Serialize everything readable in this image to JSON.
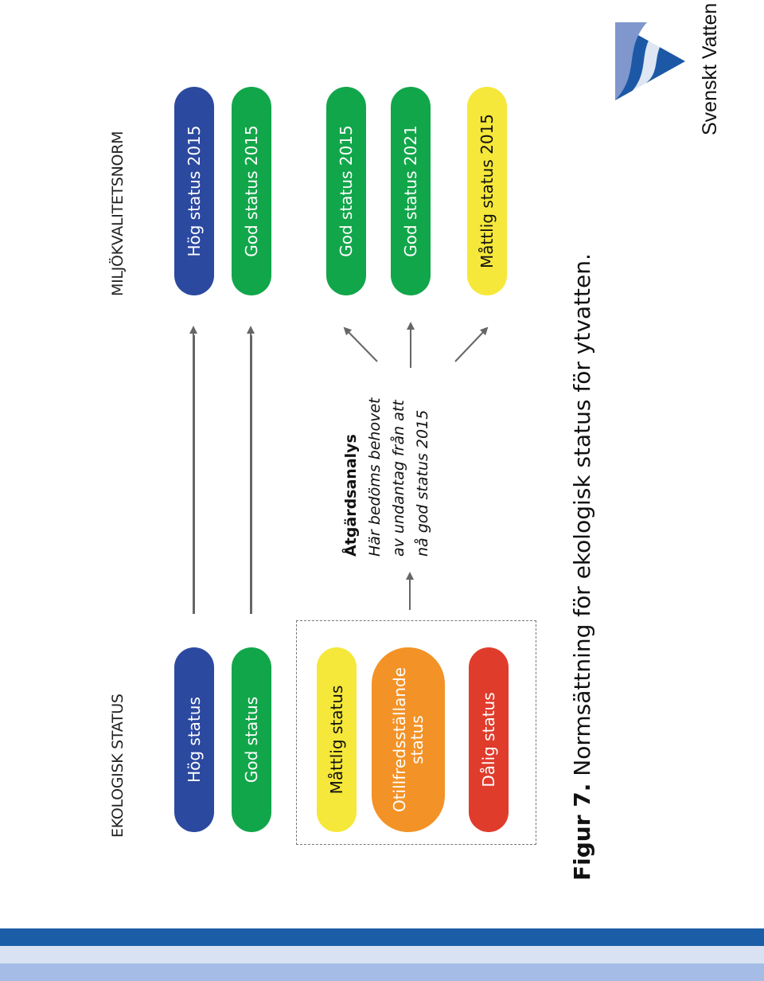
{
  "headings": {
    "ekologisk": "EKOLOGISK STATUS",
    "miljo": "MILJÖKVALITETSNORM"
  },
  "left_statuses": [
    {
      "label": "Hög status",
      "color": "#2c49a0"
    },
    {
      "label": "God status",
      "color": "#12a64a"
    },
    {
      "label": "Måttlig status",
      "color": "#f5e83a"
    },
    {
      "label": "Otillfredsställande status",
      "color": "#f39226"
    },
    {
      "label": "Dålig status",
      "color": "#e03c2c"
    }
  ],
  "right_norms": [
    {
      "label": "Hög status 2015",
      "color": "#2c49a0"
    },
    {
      "label": "God status 2015",
      "color": "#12a64a"
    },
    {
      "label": "God status 2015",
      "color": "#12a64a"
    },
    {
      "label": "God status 2021",
      "color": "#12a64a"
    },
    {
      "label": "Måttlig status 2015",
      "color": "#f5e83a"
    }
  ],
  "action": {
    "title": "Åtgärdsanalys",
    "lines": [
      "Här bedöms behovet",
      "av undantag från att",
      "nå god status 2015"
    ]
  },
  "caption": {
    "label": "Figur 7.",
    "text": " Normsättning för ekologisk status för ytvatten."
  },
  "brand": {
    "name": "Svenskt Vatten",
    "logo_colors": [
      "#1c58a6",
      "#7f97cd"
    ]
  },
  "bands": [
    "#1b5ea7",
    "#d9e2f3",
    "#a5bde6"
  ]
}
